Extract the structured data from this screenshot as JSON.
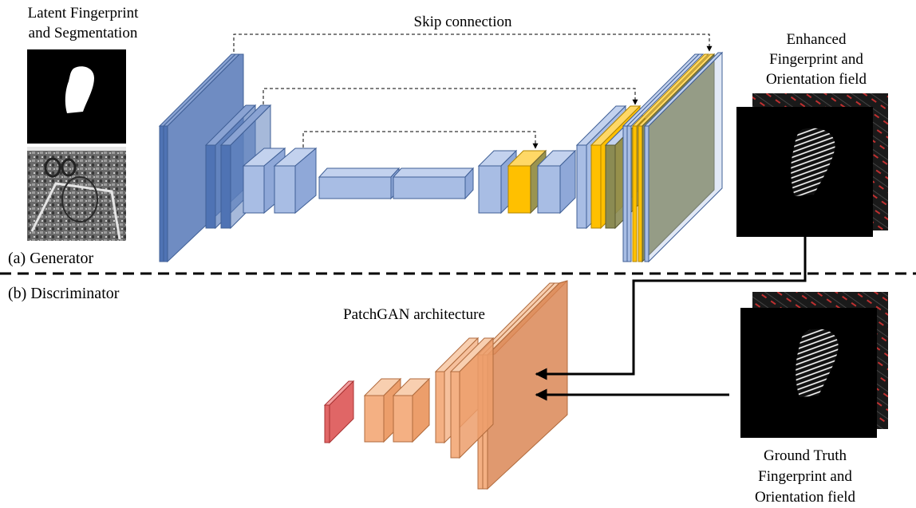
{
  "labels": {
    "input_title_line1": "Latent Fingerprint",
    "input_title_line2": "and Segmentation",
    "skip_connection": "Skip connection",
    "output_title_line1": "Enhanced",
    "output_title_line2": "Fingerprint and",
    "output_title_line3": "Orientation field",
    "generator": "(a) Generator",
    "discriminator": "(b) Discriminator",
    "patchgan": "PatchGAN architecture",
    "gt_title_line1": "Ground Truth",
    "gt_title_line2": "Fingerprint and",
    "gt_title_line3": "Orientation field"
  },
  "colors": {
    "encoder_blue": "#4f73b4",
    "light_blue": "#a8bde4",
    "decoder_yellow": "#ffc000",
    "decoder_olive": "#8b8b53",
    "disc_orange": "#f4b083",
    "disc_deep_orange": "#d9824f",
    "disc_red": "#e06666",
    "separator": "#000000"
  }
}
